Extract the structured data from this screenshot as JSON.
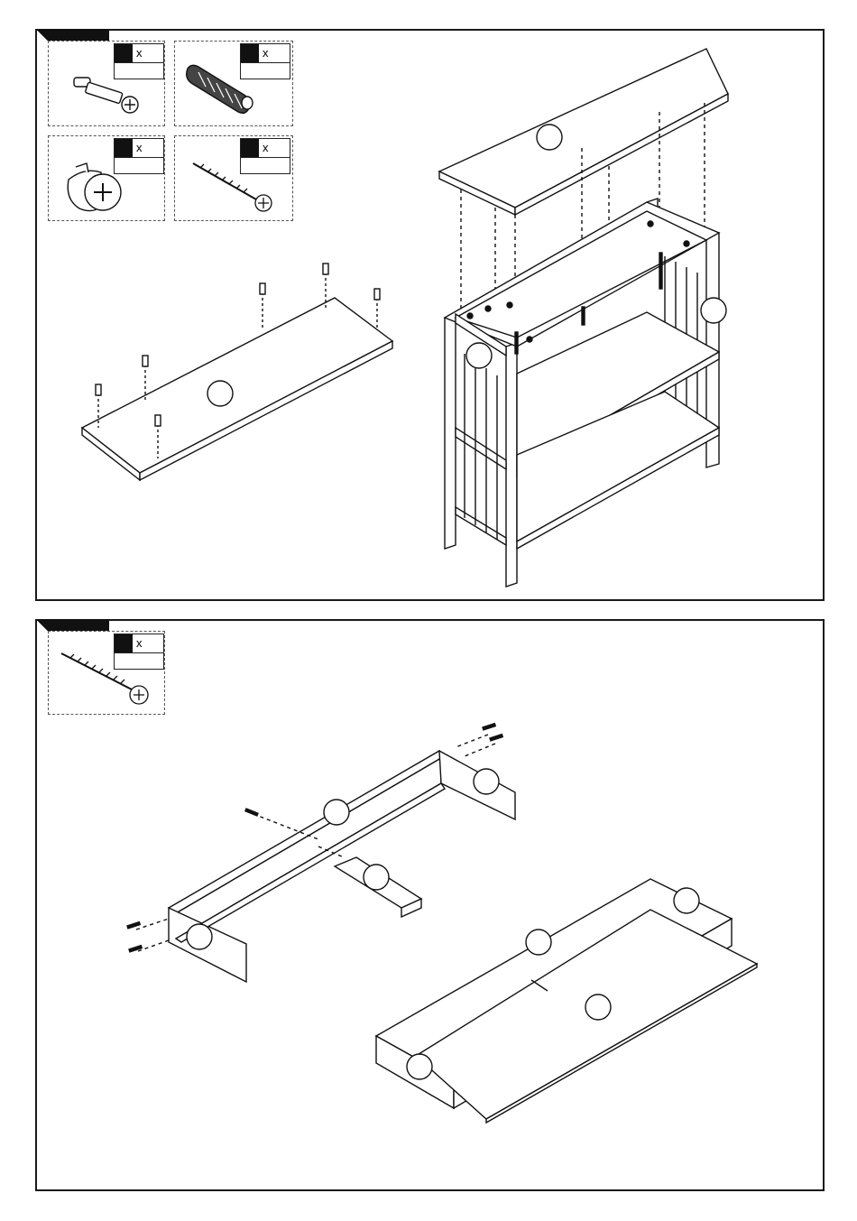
{
  "step1": {
    "hardware": [
      {
        "icon": "cam-bolt-icon",
        "symbol": "x",
        "qty": ""
      },
      {
        "icon": "wood-dowel-icon",
        "symbol": "x",
        "qty": ""
      },
      {
        "icon": "cam-lock-icon",
        "symbol": "x",
        "qty": ""
      },
      {
        "icon": "screw-icon",
        "symbol": "x",
        "qty": ""
      }
    ],
    "part_labels": [
      "",
      "",
      "",
      ""
    ]
  },
  "step2": {
    "hardware": [
      {
        "icon": "screw-icon",
        "symbol": "x",
        "qty": ""
      }
    ],
    "part_labels": [
      "",
      "",
      "",
      "",
      "",
      "",
      "",
      ""
    ]
  },
  "colors": {
    "line": "#1a1a1a",
    "background": "#ffffff",
    "corner": "#111111"
  }
}
